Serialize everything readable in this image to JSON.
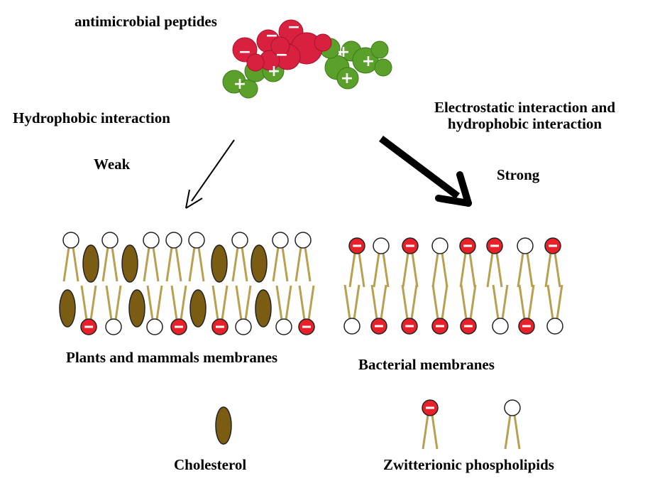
{
  "peptide": {
    "title": "antimicrobial peptides"
  },
  "left_path": {
    "interaction": "Hydrophobic interaction",
    "strength": "Weak"
  },
  "right_path": {
    "interaction_line1": "Electrostatic interaction and",
    "interaction_line2": "hydrophobic interaction",
    "strength": "Strong"
  },
  "membranes": {
    "left_caption": "Plants and mammals membranes",
    "right_caption": "Bacterial membranes"
  },
  "legend": {
    "cholesterol": "Cholesterol",
    "phospholipids": "Zwitterionic phospholipids"
  },
  "colors": {
    "negative_head": "#e8202a",
    "neutral_head": "#ffffff",
    "tail": "#b8a050",
    "cholesterol_fill": "#7a5c12",
    "peptide_anionic": "#d9203f",
    "peptide_hydrophobic": "#5aa02a"
  },
  "charge_signs": {
    "negative": "−",
    "positive": "+"
  }
}
